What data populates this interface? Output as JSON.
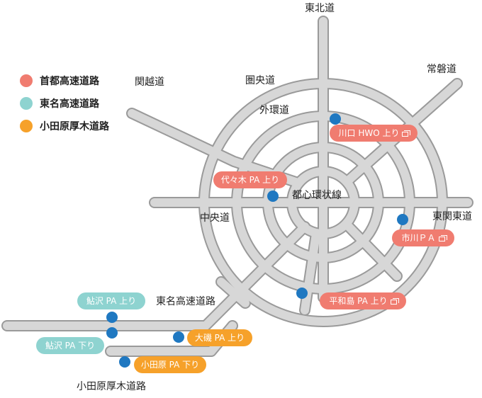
{
  "legend": [
    {
      "label": "首都高速道路",
      "color": "#f07c70",
      "icon": "red-dot-icon"
    },
    {
      "label": "東名高速道路",
      "color": "#8ed3d0",
      "icon": "teal-dot-icon"
    },
    {
      "label": "小田原厚木道路",
      "color": "#f6a12a",
      "icon": "orange-dot-icon"
    }
  ],
  "roads": {
    "tohoku": "東北道",
    "kanetsu": "関越道",
    "joban": "常磐道",
    "kenodo": "圏央道",
    "gaikan": "外環道",
    "toshin": "都心環状線",
    "chuo": "中央道",
    "higashikanto": "東関東道",
    "tomei": "東名高速道路",
    "odawara": "小田原厚木道路"
  },
  "stops": [
    {
      "label": "川口 HWO 上り",
      "color": "#f07c70",
      "has_window_icon": true
    },
    {
      "label": "代々木 PA 上り",
      "color": "#f07c70",
      "has_window_icon": false
    },
    {
      "label": "市川ＰＡ",
      "color": "#f07c70",
      "has_window_icon": true
    },
    {
      "label": "平和島 PA 上り",
      "color": "#f07c70",
      "has_window_icon": true
    },
    {
      "label": "鮎沢 PA 上り",
      "color": "#8ed3d0",
      "has_window_icon": false
    },
    {
      "label": "鮎沢 PA 下り",
      "color": "#8ed3d0",
      "has_window_icon": false
    },
    {
      "label": "大磯 PA 上り",
      "color": "#f6a12a",
      "has_window_icon": false
    },
    {
      "label": "小田原 PA 下り",
      "color": "#f6a12a",
      "has_window_icon": false
    }
  ],
  "colors": {
    "road": "#d7d7d7",
    "road_outline": "#9a9a9a",
    "marker": "#1f78c1"
  }
}
